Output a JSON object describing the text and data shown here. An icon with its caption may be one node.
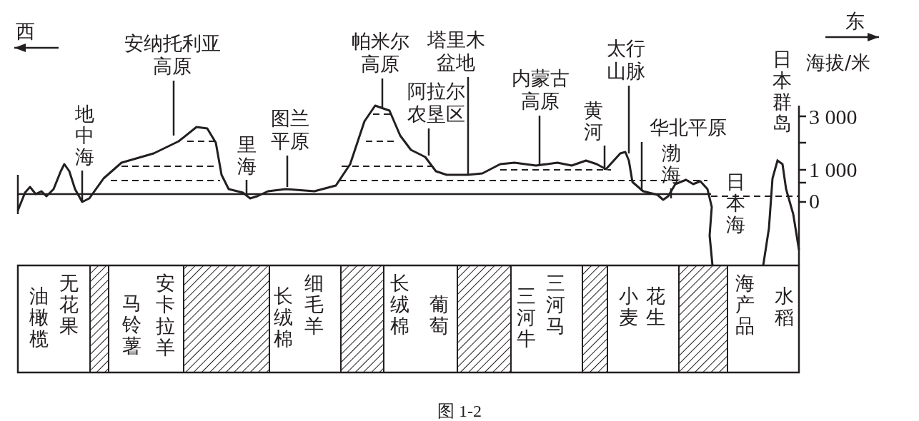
{
  "diagram": {
    "caption": "图 1-2",
    "nodes": [
      {
        "text": [
          "安纳托利亚高原"
        ]
      },
      {
        "text": [
          "地中海"
        ]
      },
      {
        "text": [
          "里海"
        ]
      },
      {
        "text": [
          "图兰平原"
        ]
      },
      {
        "text": [
          "帕米尔高原"
        ]
      },
      {
        "text": [
          "阿拉尔农垦区"
        ]
      },
      {
        "text": [
          "塔里木盆地"
        ]
      },
      {
        "text": [
          "内蒙古高原"
        ]
      },
      {
        "text": [
          "黄河"
        ]
      },
      {
        "text": [
          "太行山脉"
        ]
      },
      {
        "text": [
          "华北平原"
        ]
      },
      {
        "text": [
          "渤海"
        ]
      }
    ],
    "edges": [
      {
        "from": 0,
        "to": null,
        "arrow": "none"
      },
      {
        "from": 1,
        "to": null,
        "arrow": "none"
      },
      {
        "from": 2,
        "to": null,
        "arrow": "none"
      },
      {
        "from": 3,
        "to": null,
        "arrow": "none"
      },
      {
        "from": 4,
        "to": null,
        "arrow": "none"
      },
      {
        "from": 5,
        "to": null,
        "arrow": "none"
      },
      {
        "from": 6,
        "to": null,
        "arrow": "none"
      },
      {
        "from": 7,
        "to": null,
        "arrow": "none"
      },
      {
        "from": 8,
        "to": null,
        "arrow": "none"
      },
      {
        "from": 9,
        "to": null,
        "arrow": "none"
      },
      {
        "from": 10,
        "to": null,
        "arrow": "none"
      },
      {
        "from": 11,
        "to": null,
        "arrow": "none"
      }
    ],
    "labels": [
      "西",
      "东",
      "海拔/米",
      "日本群岛",
      "3 000",
      "1 000",
      "0",
      "日本海",
      "无花果",
      "油橄榄",
      "安卡拉羊",
      "马铃薯",
      "细毛羊",
      "长绒棉",
      "葡萄",
      "长绒棉",
      "三河马",
      "三河牛",
      "花生",
      "小麦",
      "水稻",
      "海产品"
    ]
  }
}
